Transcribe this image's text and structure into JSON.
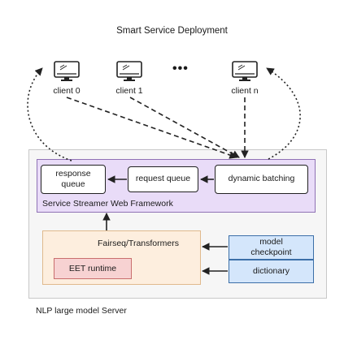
{
  "title": "Smart Service Deployment",
  "clients": [
    {
      "label": "client 0"
    },
    {
      "label": "client 1"
    },
    {
      "label": "client n"
    }
  ],
  "clients_ellipsis": "•••",
  "framework": {
    "label": "Service Streamer Web Framework",
    "response_queue": "response\nqueue",
    "request_queue": "request queue",
    "dynamic_batching": "dynamic batching"
  },
  "fairseq": {
    "label": "Fairseq/Transformers",
    "eet_runtime": "EET runtime"
  },
  "model_checkpoint": "model\ncheckpoint",
  "dictionary": "dictionary",
  "server_label": "NLP large model Server",
  "icon": "monitor-icon"
}
